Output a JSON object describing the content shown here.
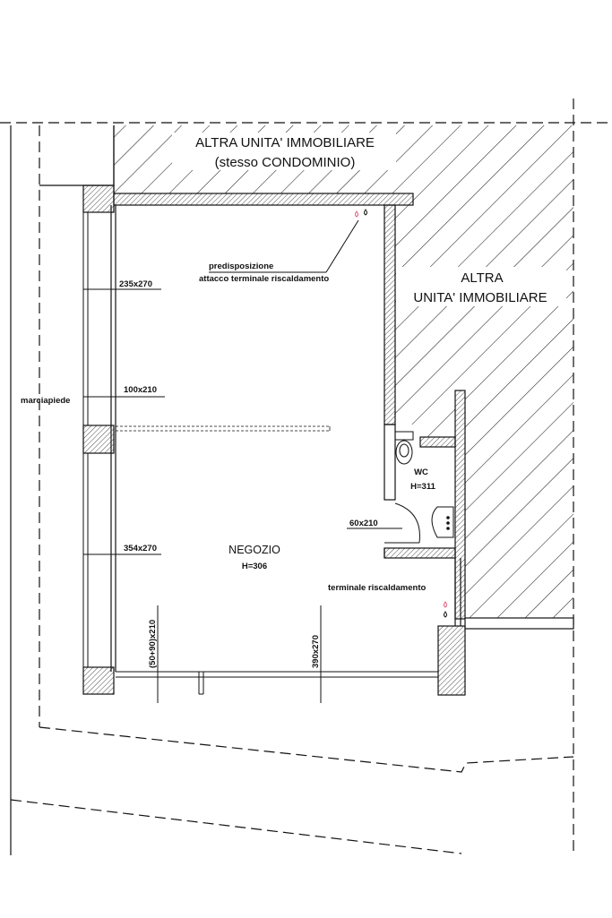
{
  "plan": {
    "neighbors": {
      "top_line1": "ALTRA UNITA' IMMOBILIARE",
      "top_line2": "(stesso CONDOMINIO)",
      "right_line1": "ALTRA",
      "right_line2": "UNITA' IMMOBILIARE"
    },
    "room": {
      "name": "NEGOZIO",
      "height": "H=306"
    },
    "wc": {
      "name": "WC",
      "height": "H=311",
      "door": "60x210"
    },
    "openings": {
      "window_top": "235x270",
      "door_side": "100x210",
      "window_bottom": "354x270",
      "front_left": "(50+90)x210",
      "front_right": "390x270"
    },
    "notes": {
      "heating_prep_1": "predisposizione",
      "heating_prep_2": "attacco terminale riscaldamento",
      "heating_terminal": "terminale riscaldamento",
      "sidewalk": "marciapiede"
    },
    "colors": {
      "line": "#111111",
      "hatch": "#222222",
      "heating_symbol": "#e05a7a"
    }
  }
}
